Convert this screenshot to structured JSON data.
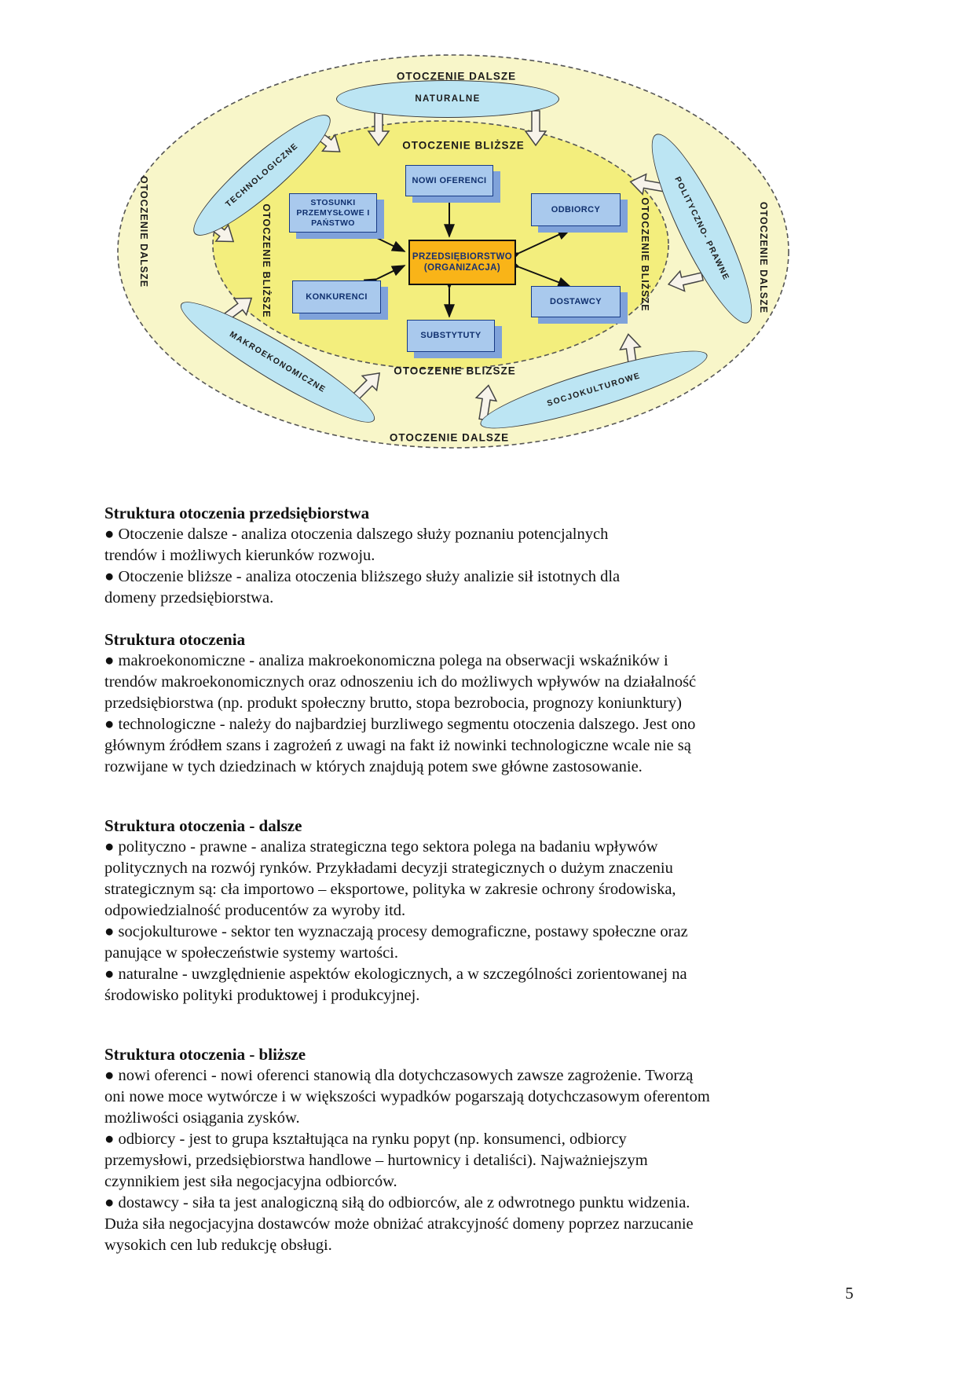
{
  "diagram": {
    "labels": {
      "outer_top": "OTOCZENIE DALSZE",
      "outer_bottom": "OTOCZENIE DALSZE",
      "outer_left": "OTOCZENIE DALSZE",
      "outer_right": "OTOCZENIE DALSZE",
      "inner_top": "OTOCZENIE BLIŻSZE",
      "inner_bottom": "OTOCZENIE BLIZSZE",
      "inner_left": "OTOCZENIE BLIŻSZE",
      "inner_right": "OTOCZENIE BLIŻSZE"
    },
    "segments": {
      "naturalne": "NATURALNE",
      "technologiczne": "TECHNOLOGICZNE",
      "makroekonomiczne": "MAKROEKONOMICZNE",
      "socjokulturowe": "SOCJOKULTUROWE",
      "polityczno_prawne": "POLITYCZNO- PRAWNE"
    },
    "boxes": {
      "nowi_oferenci": "NOWI OFERENCI",
      "stosunki": "STOSUNKI PRZEMYSŁOWE I PAŃSTWO",
      "odbiorcy": "ODBIORCY",
      "center": "PRZEDSIĘBIORSTWO (ORGANIZACJA)",
      "konkurenci": "KONKURENCI",
      "dostawcy": "DOSTAWCY",
      "substytuty": "SUBSTYTUTY"
    },
    "colors": {
      "outer_fill": "#F8F6C9",
      "inner_fill": "#F3EE7D",
      "segment_fill": "#BCE5F3",
      "box_fill": "#A9C9ED",
      "box_side": "#7FA2DA",
      "box_border": "#173A85",
      "box_text": "#10306E",
      "center_fill": "#F9B418"
    }
  },
  "sections": [
    {
      "heading": "Struktura otoczenia przedsiębiorstwa",
      "lines": [
        "● Otoczenie dalsze - analiza otoczenia dalszego służy poznaniu potencjalnych",
        "trendów i możliwych kierunków rozwoju.",
        "● Otoczenie bliższe - analiza otoczenia bliższego służy analizie sił istotnych dla",
        "domeny przedsiębiorstwa."
      ]
    },
    {
      "heading": "Struktura otoczenia",
      "lines": [
        "● makroekonomiczne - analiza makroekonomiczna polega na obserwacji wskaźników i",
        "trendów makroekonomicznych oraz odnoszeniu ich do możliwych wpływów na działalność",
        "przedsiębiorstwa (np. produkt społeczny brutto, stopa bezrobocia, prognozy koniunktury)",
        "● technologiczne - należy do najbardziej burzliwego segmentu otoczenia dalszego. Jest ono",
        "głównym źródłem szans i zagrożeń z uwagi na fakt iż nowinki technologiczne wcale nie są",
        "rozwijane w tych dziedzinach w których znajdują potem swe główne zastosowanie."
      ]
    },
    {
      "heading": "Struktura otoczenia - dalsze",
      "lines": [
        "● polityczno - prawne - analiza strategiczna tego sektora polega na badaniu wpływów",
        "politycznych na rozwój rynków. Przykładami decyzji strategicznych o dużym znaczeniu",
        "strategicznym są: cła importowo – eksportowe, polityka w zakresie ochrony środowiska,",
        "odpowiedzialność producentów za wyroby itd.",
        "● socjokulturowe - sektor ten wyznaczają procesy demograficzne, postawy społeczne oraz",
        "panujące w społeczeństwie systemy wartości.",
        "● naturalne - uwzględnienie aspektów ekologicznych, a w szczególności zorientowanej na",
        "środowisko polityki produktowej i produkcyjnej."
      ]
    },
    {
      "heading": "Struktura otoczenia - bliższe",
      "lines": [
        "● nowi oferenci - nowi oferenci stanowią dla dotychczasowych zawsze zagrożenie. Tworzą",
        "oni nowe moce wytwórcze i w większości wypadków pogarszają dotychczasowym oferentom",
        "możliwości osiągania zysków.",
        "● odbiorcy - jest to grupa kształtująca na rynku popyt (np. konsumenci, odbiorcy",
        "przemysłowi, przedsiębiorstwa handlowe – hurtownicy i detaliści). Najważniejszym",
        "czynnikiem jest siła negocjacyjna odbiorców.",
        "● dostawcy - siła ta jest analogiczną siłą do odbiorców, ale z odwrotnego punktu widzenia.",
        "Duża siła negocjacyjna dostawców może obniżać atrakcyjność domeny poprzez narzucanie",
        "wysokich cen lub redukcję obsługi."
      ]
    }
  ],
  "page_number": "5"
}
